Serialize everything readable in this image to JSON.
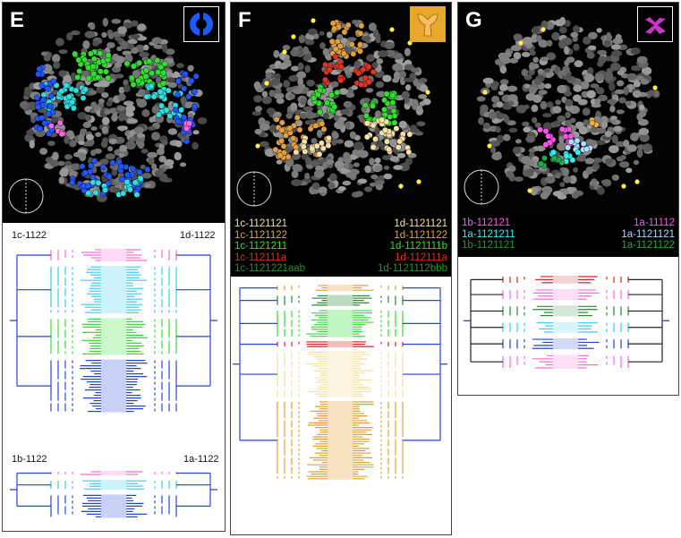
{
  "panels": {
    "E": {
      "letter": "E",
      "icon": "blue-ring-embryo-icon",
      "icon_color": "#1a5cff",
      "tree_labels": {
        "top_left": "1c-1122",
        "top_right": "1d-1122",
        "bottom_left": "1b-1122",
        "bottom_right": "1a-1122"
      }
    },
    "F": {
      "letter": "F",
      "icon": "orange-y-shape-icon",
      "icon_color": "#f0b040",
      "legend_left": [
        {
          "text": "1c-1121121",
          "color": "#f7e3a0"
        },
        {
          "text": "1c-1121122",
          "color": "#e0a840"
        },
        {
          "text": "1c-1121211",
          "color": "#33dd33"
        },
        {
          "text": "1c-112111a",
          "color": "#e03020"
        },
        {
          "text": "1c-1121221aab",
          "color": "#229922"
        }
      ],
      "legend_right": [
        {
          "text": "1d-1121121",
          "color": "#f7e3a0"
        },
        {
          "text": "1d-1121122",
          "color": "#e0a840"
        },
        {
          "text": "1d-1121111b",
          "color": "#33dd33"
        },
        {
          "text": "1d-112111a",
          "color": "#e03020"
        },
        {
          "text": "1d-1121112bbb",
          "color": "#229922"
        }
      ]
    },
    "G": {
      "letter": "G",
      "icon": "magenta-x-shape-icon",
      "icon_color": "#cc33cc",
      "legend_left": [
        {
          "text": "1b-112121",
          "color": "#ff55ee"
        },
        {
          "text": "1a-1121211",
          "color": "#33eeee"
        },
        {
          "text": "1b-1121121",
          "color": "#229933"
        }
      ],
      "legend_right": [
        {
          "text": "1a-11112",
          "color": "#ff55ee"
        },
        {
          "text": "1a-1121121",
          "color": "#aaddff"
        },
        {
          "text": "1a-1121122",
          "color": "#22aa44"
        }
      ]
    }
  },
  "colors": {
    "pink": "#ff66dd",
    "cyan": "#33ccee",
    "green": "#33dd33",
    "blue": "#2244dd",
    "cream": "#f5dfa0",
    "orange": "#e0a030",
    "red": "#dd2222",
    "darkgreen": "#228833",
    "lightblue": "#88ccff",
    "black": "#222222"
  }
}
